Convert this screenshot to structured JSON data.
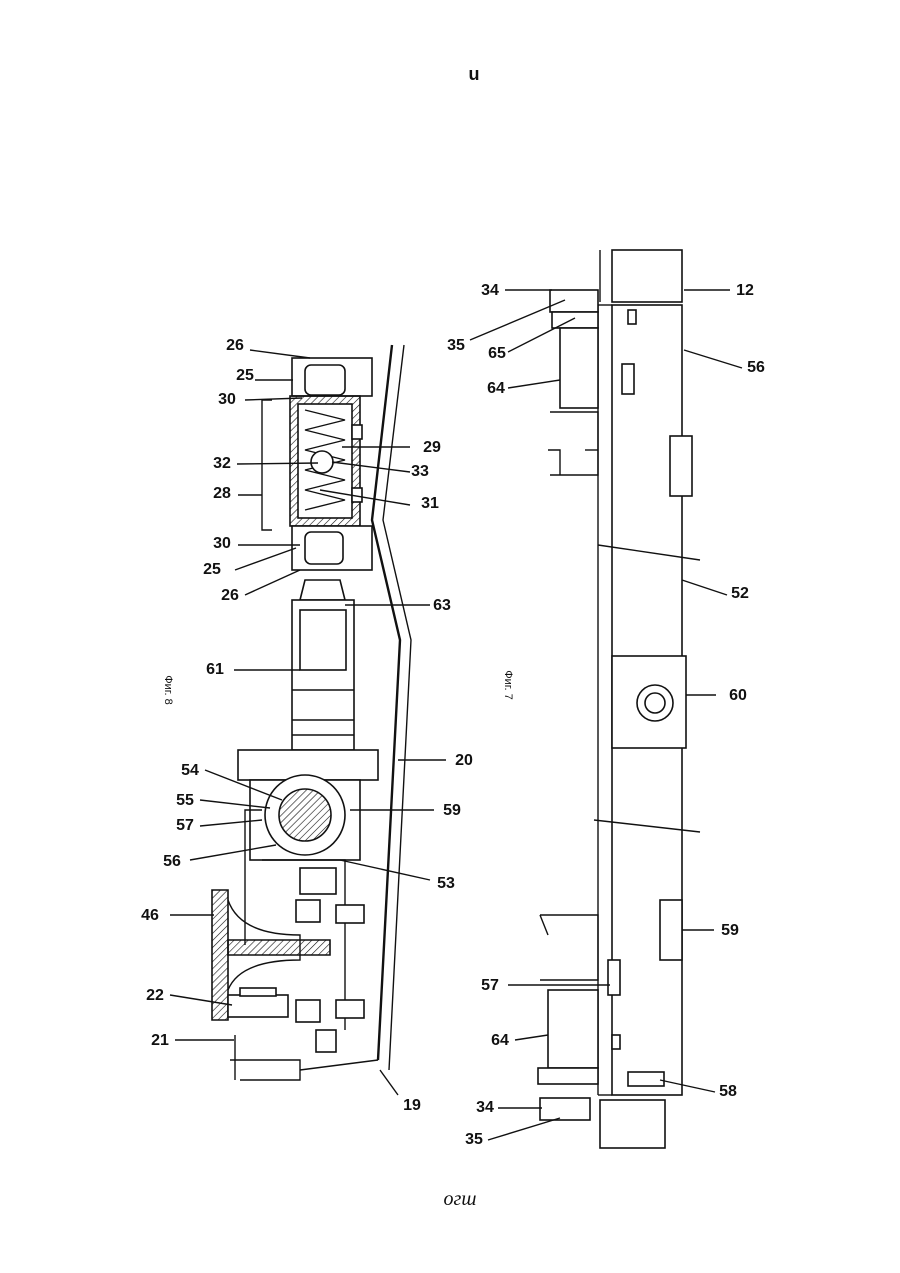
{
  "page_mark": "u",
  "footer_text": "огш",
  "figures": [
    {
      "caption": "Фиг. 8"
    },
    {
      "caption": "Фиг. 7"
    }
  ],
  "fig8_labels": {
    "l26a": "26",
    "l25a": "25",
    "l30a": "30",
    "l32": "32",
    "l28": "28",
    "l30b": "30",
    "l25b": "25",
    "l26b": "26",
    "l29": "29",
    "l33": "33",
    "l31": "31",
    "l63": "63",
    "l61": "61",
    "l54": "54",
    "l55": "55",
    "l57": "57",
    "l56": "56",
    "l46": "46",
    "l22": "22",
    "l21": "21",
    "l20": "20",
    "l59": "59",
    "l53": "53",
    "l19": "19"
  },
  "fig7_labels": {
    "l34a": "34",
    "l35a": "35",
    "l65": "65",
    "l64a": "64",
    "l12": "12",
    "l56": "56",
    "l52": "52",
    "l60": "60",
    "l59": "59",
    "l57": "57",
    "l64b": "64",
    "l58": "58",
    "l34b": "34",
    "l35b": "35"
  }
}
